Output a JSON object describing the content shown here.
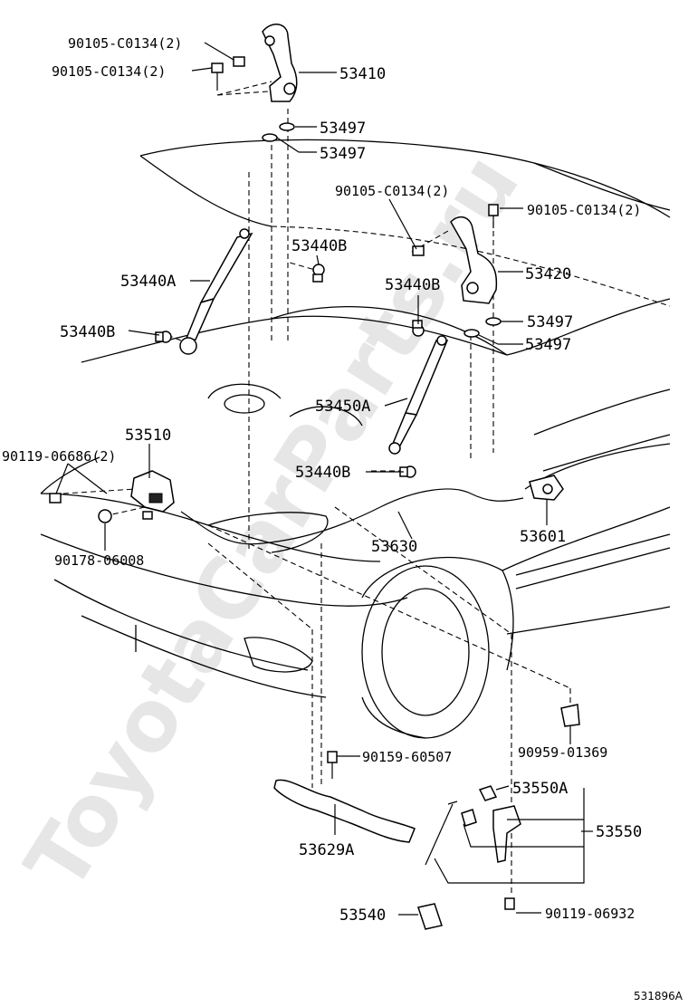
{
  "watermark": "ToyotaCarParts.ru",
  "figure_code": "531896A",
  "labels": {
    "bolt_a_1": "90105-C0134(2)",
    "bolt_a_2": "90105-C0134(2)",
    "hinge_lh": "53410",
    "cushion_1": "53497",
    "cushion_2": "53497",
    "bolt_b_1": "90105-C0134(2)",
    "bolt_b_2": "90105-C0134(2)",
    "stud_1": "53440B",
    "hinge_rh": "53420",
    "support_a": "53440A",
    "stud_2": "53440B",
    "stud_3": "53440B",
    "cushion_3": "53497",
    "cushion_4": "53497",
    "support_b": "53450A",
    "lock": "53510",
    "bolt_c": "90119-06686(2)",
    "stud_4": "53440B",
    "cable": "53630",
    "lever": "53601",
    "nut": "90178-06008",
    "clip": "90959-01369",
    "bolt_d": "90159-60507",
    "catch_assy": "53550A",
    "catch": "53550",
    "bracket": "53629A",
    "rod": "53540",
    "bolt_e": "90119-06932"
  }
}
